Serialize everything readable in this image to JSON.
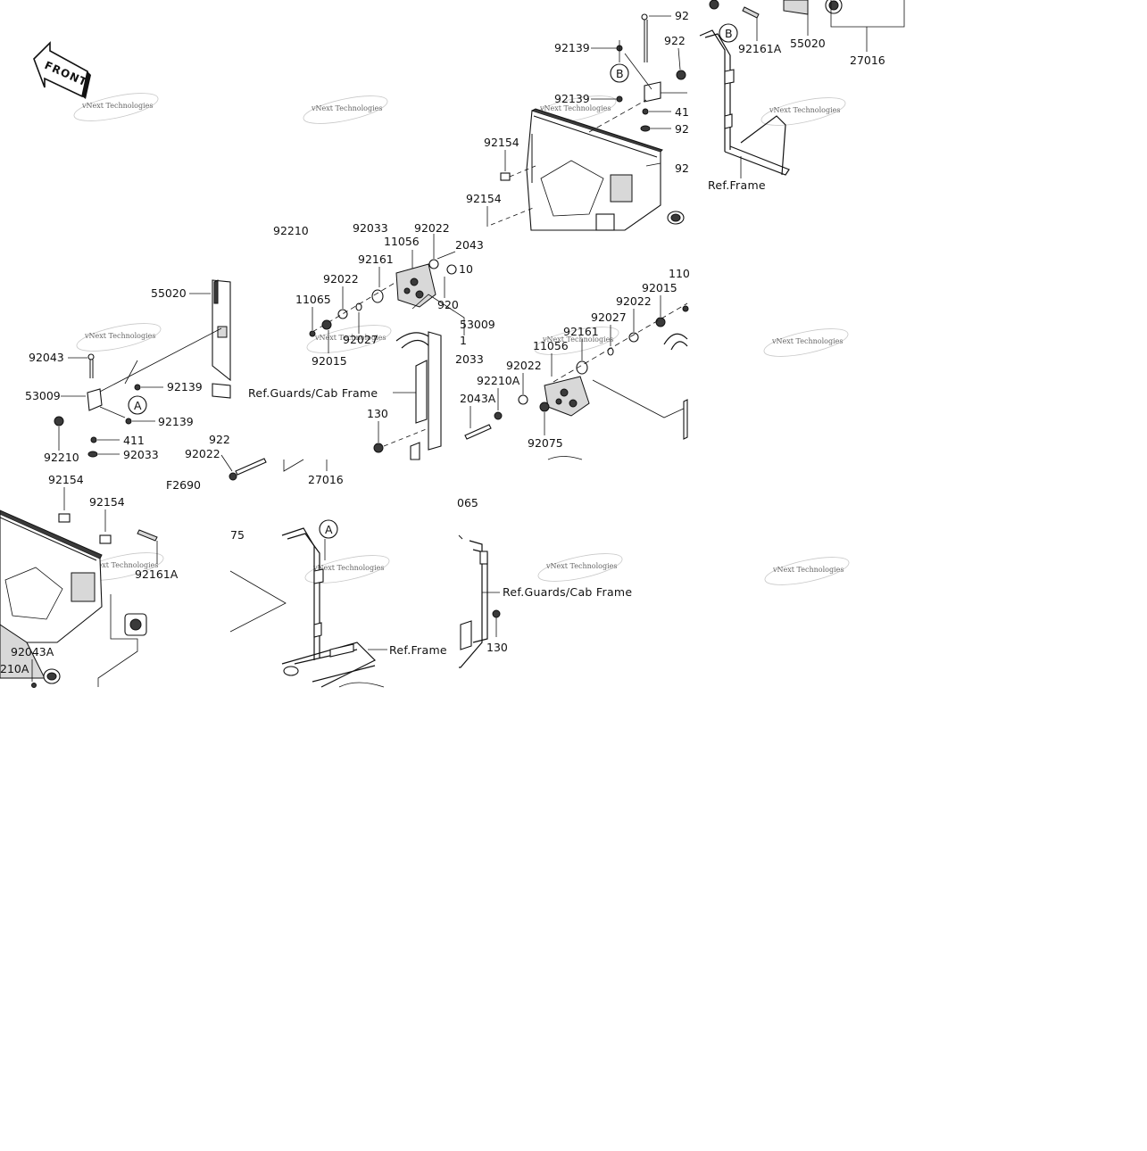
{
  "diagram": {
    "front_badge": "FRONT",
    "figure_code": "F2690",
    "watermark": "vNext Technologies",
    "refs": {
      "frame_top": "Ref.Frame",
      "frame_bottom": "Ref.Frame",
      "guards_mid": "Ref.Guards/Cab Frame",
      "guards_bottom": "Ref.Guards/Cab Frame"
    },
    "callouts": {
      "B_top": "B",
      "B_right": "B",
      "A_left": "A",
      "A_bottom": "A"
    },
    "labels": {
      "t_92x": "92",
      "t_922x": "922",
      "t_92139a": "92139",
      "t_92139b": "92139",
      "t_41x": "41",
      "t_92y": "92",
      "t_92z": "92",
      "t_92154a": "92154",
      "t_92154b": "92154",
      "t_92161A_top": "92161A",
      "t_55020_top": "55020",
      "t_27016_top": "27016",
      "m_92210": "92210",
      "m_92033": "92033",
      "m_92022a": "92022",
      "m_11056": "11056",
      "m_2043": "2043",
      "m_92161": "92161",
      "m_10": "10",
      "m_92022b": "92022",
      "m_920": "920",
      "m_11065": "11065",
      "m_53009": "53009",
      "m_1": "1",
      "m_92027": "92027",
      "m_92015": "92015",
      "m_2033": "2033",
      "m_130": "130",
      "m_2043A": "2043A",
      "r_110": "110",
      "r_92015": "92015",
      "r_92022a": "92022",
      "r_92027": "92027",
      "r_92161": "92161",
      "r_11056": "11056",
      "r_92022b": "92022",
      "r_92210A": "92210A",
      "r_92075": "92075",
      "l_55020": "55020",
      "l_92043": "92043",
      "l_53009": "53009",
      "l_92139a": "92139",
      "l_92139b": "92139",
      "l_411": "411",
      "l_92210": "92210",
      "l_92033": "92033",
      "l_922": "922",
      "l_92022": "92022",
      "l_27016": "27016",
      "b_92154a": "92154",
      "b_92154b": "92154",
      "b_92161A": "92161A",
      "b_92043A": "92043A",
      "b_210A": "210A",
      "b_75": "75",
      "b_065": "065",
      "b_130": "130"
    }
  }
}
